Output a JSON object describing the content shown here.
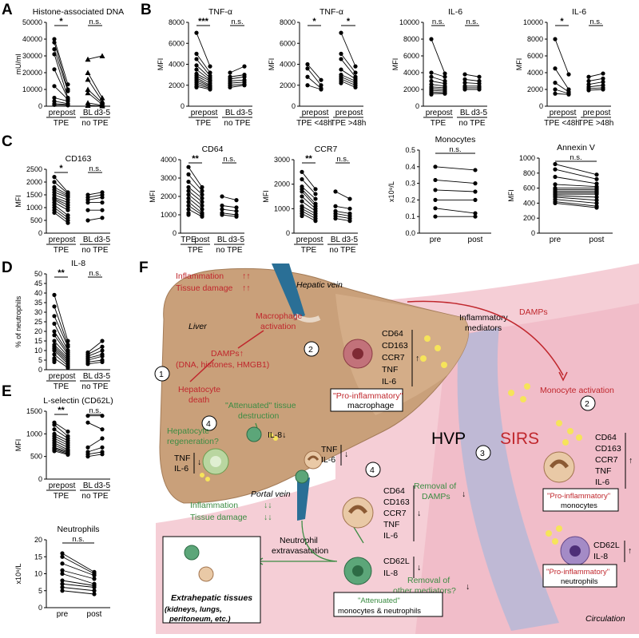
{
  "panel_labels": {
    "A": "A",
    "B": "B",
    "C": "C",
    "D": "D",
    "E": "E",
    "F": "F"
  },
  "chart_data": [
    {
      "id": "a",
      "type": "scatter",
      "title": "Histone-associated DNA",
      "ylabel": "mU/ml",
      "ylim": [
        0,
        50000
      ],
      "yticks": [
        "0",
        "10000",
        "20000",
        "30000",
        "40000",
        "50000"
      ],
      "categories": [
        "pre",
        "post",
        "BL",
        "d3-5"
      ],
      "groups": [
        "TPE",
        "no TPE"
      ],
      "significance": [
        "*",
        "n.s."
      ],
      "series": [
        {
          "x": 0,
          "values": [
            40000,
            38000,
            34000,
            31000,
            22000,
            12000,
            5000,
            3000,
            1500,
            800
          ]
        },
        {
          "x": 1,
          "values": [
            13000,
            10000,
            9000,
            5000,
            4500,
            4000,
            3000,
            1500,
            1000,
            500
          ]
        },
        {
          "x": 2,
          "values": [
            28000,
            20000,
            16000,
            10000,
            8000,
            2000,
            500
          ]
        },
        {
          "x": 3,
          "values": [
            30000,
            5000,
            3000,
            2000,
            1000,
            500,
            200
          ]
        }
      ]
    },
    {
      "id": "b1",
      "type": "scatter",
      "title": "TNF-α",
      "ylabel": "MFI",
      "ylim": [
        0,
        8000
      ],
      "yticks": [
        "0",
        "2000",
        "4000",
        "6000",
        "8000"
      ],
      "categories": [
        "pre",
        "post",
        "BL",
        "d3-5"
      ],
      "groups": [
        "TPE",
        "no TPE"
      ],
      "significance": [
        "***",
        "n.s."
      ],
      "series": [
        {
          "x": 0,
          "values": [
            7000,
            5000,
            4500,
            3900,
            3500,
            3100,
            2900,
            2700,
            2500,
            2300,
            2100,
            1900,
            1800
          ]
        },
        {
          "x": 1,
          "values": [
            3800,
            3200,
            2900,
            2700,
            2500,
            2400,
            2200,
            2000,
            1900,
            1800,
            1700,
            1600
          ]
        },
        {
          "x": 2,
          "values": [
            3200,
            2800,
            2600,
            2400,
            2200,
            2000,
            1800
          ]
        },
        {
          "x": 3,
          "values": [
            3800,
            3000,
            2800,
            2500,
            2300,
            2100,
            2000
          ]
        }
      ]
    },
    {
      "id": "b2",
      "type": "scatter",
      "title": "TNF-α",
      "ylabel": "MFI",
      "ylim": [
        0,
        8000
      ],
      "yticks": [
        "0",
        "2000",
        "4000",
        "6000",
        "8000"
      ],
      "categories": [
        "pre",
        "post",
        "pre",
        "post"
      ],
      "groups": [
        "TPE <48h",
        "TPE >48h"
      ],
      "significance": [
        "*",
        "*"
      ],
      "series": [
        {
          "x": 0,
          "values": [
            4000,
            3600,
            2800,
            2000
          ]
        },
        {
          "x": 1,
          "values": [
            2500,
            2000,
            1700,
            1600
          ]
        },
        {
          "x": 2,
          "values": [
            7000,
            5000,
            4500,
            3500,
            3000,
            2800,
            2600,
            2400,
            2200
          ]
        },
        {
          "x": 3,
          "values": [
            3800,
            3200,
            2800,
            2600,
            2400,
            2200,
            2000,
            1800
          ]
        }
      ]
    },
    {
      "id": "b3",
      "type": "scatter",
      "title": "IL-6",
      "ylabel": "MFI",
      "ylim": [
        0,
        10000
      ],
      "yticks": [
        "0",
        "2000",
        "4000",
        "6000",
        "8000",
        "10000"
      ],
      "categories": [
        "pre",
        "post",
        "BL",
        "d3-5"
      ],
      "groups": [
        "TPE",
        "no TPE"
      ],
      "significance": [
        "n.s.",
        "n.s."
      ],
      "series": [
        {
          "x": 0,
          "values": [
            8000,
            4000,
            3500,
            3000,
            2600,
            2300,
            2100,
            1900,
            1700,
            1500,
            1400
          ]
        },
        {
          "x": 1,
          "values": [
            3900,
            3500,
            3000,
            2700,
            2400,
            2200,
            2000,
            1800,
            1600,
            1500
          ]
        },
        {
          "x": 2,
          "values": [
            3800,
            3200,
            2800,
            2400,
            2200,
            2000
          ]
        },
        {
          "x": 3,
          "values": [
            3500,
            3000,
            2700,
            2400,
            2200,
            2000
          ]
        }
      ]
    },
    {
      "id": "b4",
      "type": "scatter",
      "title": "IL-6",
      "ylabel": "MFI",
      "ylim": [
        0,
        10000
      ],
      "yticks": [
        "0",
        "2000",
        "4000",
        "6000",
        "8000",
        "10000"
      ],
      "categories": [
        "pre",
        "post",
        "pre",
        "post"
      ],
      "groups": [
        "TPE <48h",
        "TPE >48h"
      ],
      "significance": [
        "*",
        "n.s."
      ],
      "series": [
        {
          "x": 0,
          "values": [
            8000,
            4500,
            2800,
            2000,
            1500
          ]
        },
        {
          "x": 1,
          "values": [
            3800,
            2000,
            1700,
            1500,
            1400
          ]
        },
        {
          "x": 2,
          "values": [
            3500,
            3000,
            2600,
            2300,
            2100,
            1900
          ]
        },
        {
          "x": 3,
          "values": [
            3900,
            3300,
            2900,
            2500,
            2200,
            2000
          ]
        }
      ]
    },
    {
      "id": "c1",
      "type": "scatter",
      "title": "CD163",
      "ylabel": "MFI",
      "ylim": [
        0,
        2500
      ],
      "yticks": [
        "0",
        "500",
        "1000",
        "1500",
        "2000",
        "2500"
      ],
      "categories": [
        "pre",
        "post",
        "BL",
        "d3-5"
      ],
      "groups": [
        "TPE",
        "no TPE"
      ],
      "significance": [
        "*",
        "n.s."
      ],
      "series": [
        {
          "x": 0,
          "values": [
            2200,
            2000,
            1800,
            1700,
            1600,
            1500,
            1400,
            1350,
            1300,
            1200,
            1100,
            1000,
            900,
            800
          ]
        },
        {
          "x": 1,
          "values": [
            1600,
            1550,
            1500,
            1450,
            1400,
            1300,
            1200,
            1100,
            1000,
            900,
            700,
            600,
            500,
            400
          ]
        },
        {
          "x": 2,
          "values": [
            1500,
            1400,
            1300,
            1200,
            900,
            500
          ]
        },
        {
          "x": 3,
          "values": [
            1600,
            1500,
            1400,
            1200,
            900,
            600
          ]
        }
      ]
    },
    {
      "id": "c2",
      "type": "scatter",
      "title": "CD64",
      "ylabel": "MFI",
      "ylim": [
        0,
        4000
      ],
      "yticks": [
        "0",
        "1000",
        "2000",
        "3000",
        "4000"
      ],
      "categories": [
        "TPE",
        "post",
        "BL",
        "d3-5"
      ],
      "groups": [
        "TPE",
        "no TPE"
      ],
      "significance": [
        "**",
        "n.s."
      ],
      "series": [
        {
          "x": 0,
          "values": [
            3600,
            3200,
            2800,
            2500,
            2300,
            2100,
            1900,
            1700,
            1500,
            1300,
            1100,
            1000
          ]
        },
        {
          "x": 1,
          "values": [
            2500,
            2300,
            2100,
            1900,
            1700,
            1500,
            1300,
            1100,
            1000,
            900
          ]
        },
        {
          "x": 2,
          "values": [
            2000,
            1500,
            1300,
            1100,
            1000
          ]
        },
        {
          "x": 3,
          "values": [
            1800,
            1400,
            1200,
            1000,
            900
          ]
        }
      ]
    },
    {
      "id": "c3",
      "type": "scatter",
      "title": "CCR7",
      "ylabel": "MFI",
      "ylim": [
        0,
        3000
      ],
      "yticks": [
        "0",
        "1000",
        "2000",
        "3000"
      ],
      "categories": [
        "pre",
        "post",
        "BL",
        "d3-5"
      ],
      "groups": [
        "TPE",
        "no TPE"
      ],
      "significance": [
        "**",
        "n.s."
      ],
      "series": [
        {
          "x": 0,
          "values": [
            2500,
            2200,
            1900,
            1800,
            1700,
            1500,
            1300,
            1100,
            1000,
            900,
            800,
            700
          ]
        },
        {
          "x": 1,
          "values": [
            1800,
            1600,
            1400,
            1200,
            1100,
            1000,
            900,
            800,
            700,
            600,
            500
          ]
        },
        {
          "x": 2,
          "values": [
            1700,
            1100,
            900,
            800,
            700,
            600
          ]
        },
        {
          "x": 3,
          "values": [
            1400,
            1000,
            800,
            700,
            600,
            500
          ]
        }
      ]
    },
    {
      "id": "c4",
      "type": "scatter",
      "title": "Monocytes",
      "ylabel": "x10⁹/L",
      "ylim": [
        0,
        0.5
      ],
      "yticks": [
        "0.0",
        "0.1",
        "0.2",
        "0.3",
        "0.4",
        "0.5"
      ],
      "categories": [
        "pre",
        "post"
      ],
      "groups": [],
      "significance": [
        "n.s."
      ],
      "series": [
        {
          "x": 0,
          "values": [
            0.4,
            0.32,
            0.26,
            0.2,
            0.15,
            0.1
          ]
        },
        {
          "x": 1,
          "values": [
            0.38,
            0.3,
            0.25,
            0.2,
            0.12,
            0.1
          ]
        }
      ]
    },
    {
      "id": "c5",
      "type": "scatter",
      "title": "Annexin V",
      "ylabel": "MFI",
      "ylim": [
        0,
        1000
      ],
      "yticks": [
        "0",
        "200",
        "400",
        "600",
        "800",
        "1000"
      ],
      "categories": [
        "pre",
        "post"
      ],
      "groups": [],
      "significance": [
        "n.s."
      ],
      "series": [
        {
          "x": 0,
          "values": [
            920,
            850,
            750,
            650,
            600,
            580,
            560,
            540,
            520,
            500,
            480,
            450,
            420,
            400
          ]
        },
        {
          "x": 1,
          "values": [
            780,
            720,
            660,
            620,
            600,
            580,
            560,
            540,
            520,
            480,
            440,
            400,
            360,
            340
          ]
        }
      ]
    },
    {
      "id": "d",
      "type": "scatter",
      "title": "IL-8",
      "ylabel": "% of neutrophils",
      "ylim": [
        0,
        50
      ],
      "yticks": [
        "0",
        "5",
        "10",
        "15",
        "20",
        "25",
        "30",
        "35",
        "40",
        "45",
        "50"
      ],
      "categories": [
        "pre",
        "post",
        "BL",
        "d3-5"
      ],
      "groups": [
        "TPE",
        "no TPE"
      ],
      "significance": [
        "**",
        "n.s."
      ],
      "series": [
        {
          "x": 0,
          "values": [
            39,
            33,
            28,
            24,
            20,
            18,
            15,
            13,
            12,
            11,
            10,
            8,
            6,
            5,
            4
          ]
        },
        {
          "x": 1,
          "values": [
            15,
            13,
            12,
            10,
            9,
            8,
            7,
            6,
            5,
            4,
            3,
            2,
            1
          ]
        },
        {
          "x": 2,
          "values": [
            9,
            8,
            7,
            6,
            5,
            4,
            3
          ]
        },
        {
          "x": 3,
          "values": [
            15,
            12,
            10,
            8,
            7,
            5,
            4
          ]
        }
      ]
    },
    {
      "id": "e1",
      "type": "scatter",
      "title": "L-selectin (CD62L)",
      "ylabel": "MFI",
      "ylim": [
        0,
        1500
      ],
      "yticks": [
        "0",
        "500",
        "1000",
        "1500"
      ],
      "categories": [
        "pre",
        "post",
        "BL",
        "d3-5"
      ],
      "groups": [
        "TPE",
        "no TPE"
      ],
      "significance": [
        "**",
        "n.s."
      ],
      "series": [
        {
          "x": 0,
          "values": [
            1250,
            1200,
            1100,
            1000,
            950,
            900,
            850,
            800,
            750,
            700,
            680,
            650,
            620
          ]
        },
        {
          "x": 1,
          "values": [
            1050,
            950,
            900,
            850,
            800,
            750,
            700,
            650,
            620,
            600,
            580,
            560,
            540
          ]
        },
        {
          "x": 2,
          "values": [
            1400,
            1250,
            700,
            600,
            550,
            500
          ]
        },
        {
          "x": 3,
          "values": [
            1400,
            1100,
            900,
            700,
            600,
            550
          ]
        }
      ]
    },
    {
      "id": "e2",
      "type": "scatter",
      "title": "Neutrophils",
      "ylabel": "x10⁹/L",
      "ylim": [
        0,
        20
      ],
      "yticks": [
        "0",
        "5",
        "10",
        "15",
        "20"
      ],
      "categories": [
        "pre",
        "post"
      ],
      "groups": [],
      "significance": [
        "n.s."
      ],
      "series": [
        {
          "x": 0,
          "values": [
            16,
            15,
            13,
            11,
            10,
            8,
            7,
            6,
            5
          ]
        },
        {
          "x": 1,
          "values": [
            10.5,
            10,
            9.5,
            8.5,
            7,
            6.5,
            6,
            5,
            4
          ]
        }
      ]
    }
  ],
  "diagram": {
    "inflammation_top": "Inflammation",
    "tissue_damage_top": "Tissue damage",
    "arrows_up": "↑↑",
    "hepatic_vein": "Hepatic vein",
    "liver": "Liver",
    "macrophage_activation": "Macrophage activation",
    "damps_up": "DAMPs↑",
    "damps_detail": "(DNA, histones, HMGB1)",
    "hepatocyte_death": "Hepatocyte death",
    "num1": "1",
    "num2": "2",
    "num3": "3",
    "num4": "4",
    "mac_markers": [
      "CD64",
      "CD163",
      "CCR7",
      "TNF",
      "IL-6"
    ],
    "pro_mac": "\"Pro-inflammatory\" macrophage",
    "inflammatory_mediators": "Inflammatory mediators",
    "damps_circ": "DAMPs",
    "monocyte_activation": "Monocyte activation",
    "attenuated_tissue": "\"Attenuated\" tissue destruction",
    "hep_regen": "Hepatocyte regeneration?",
    "il8_down": "IL-8↓",
    "tnf_il6_down": [
      "TNF",
      "IL-6"
    ],
    "portal_vein": "Portal vein",
    "hvp": "HVP",
    "sirs": "SIRS",
    "removal_damps": "Removal of DAMPs",
    "removal_other": "Removal of other mediators?",
    "inflammation_bot": "Inflammation",
    "tissue_damage_bot": "Tissue damage",
    "arrows_down": "↓↓",
    "neutrophil_extra": "Neutrophil extravasatation",
    "extrahepatic": "Extrahepatic tissues",
    "extrahepatic_detail": "(kidneys, lungs, peritoneum, etc.)",
    "att_markers": [
      "CD64",
      "CD163",
      "CCR7",
      "TNF",
      "IL-6"
    ],
    "att_neu_markers": [
      "CD62L",
      "IL-8"
    ],
    "att_label": "\"Attenuated\" monocytes & neutrophils",
    "pro_mono_markers": [
      "CD64",
      "CD163",
      "CCR7",
      "TNF",
      "IL-6"
    ],
    "pro_mono": "\"Pro-inflammatory\" monocytes",
    "pro_neu_markers": [
      "CD62L",
      "IL-8"
    ],
    "pro_neu": "\"Pro-inflammatory\" neutrophils",
    "circulation": "Circulation",
    "up": "↑",
    "down": "↓"
  },
  "colors": {
    "red": "#c0272d",
    "green": "#3c8c43",
    "liver": "#c9a07a",
    "pink": "#f3c6cf",
    "hvp": "#b9b8d6",
    "vein": "#2a6f96"
  }
}
